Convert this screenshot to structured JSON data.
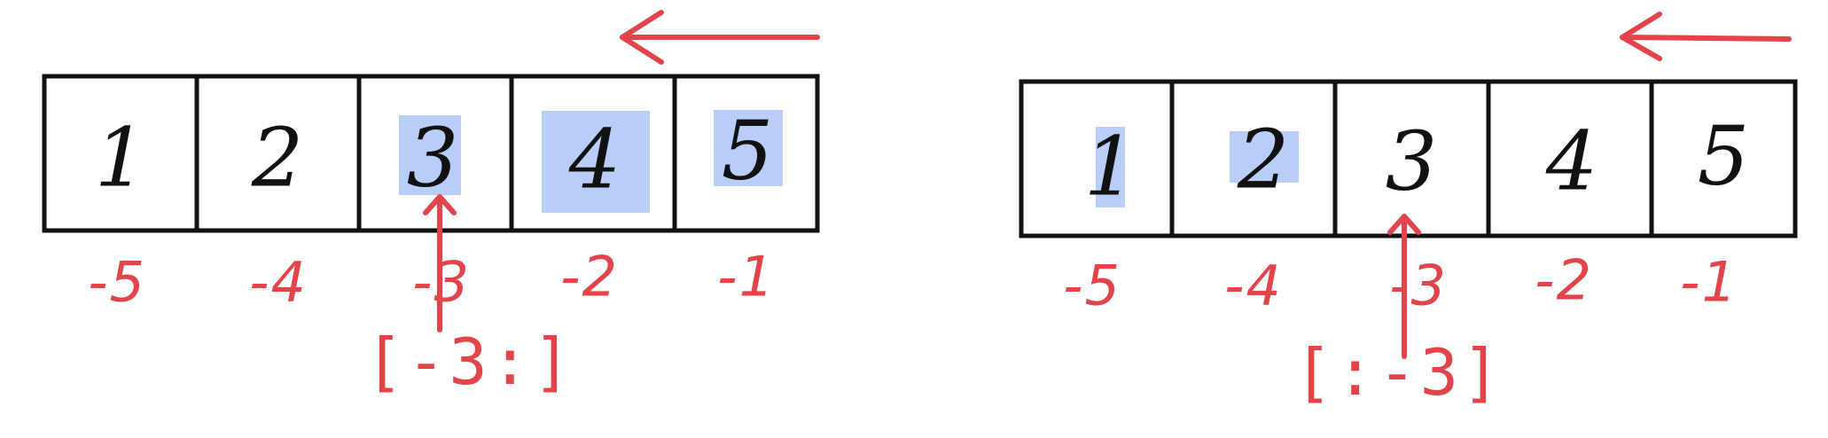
{
  "colors": {
    "ink": "#111111",
    "annotation": "#e2444a",
    "highlight": "#b8cdf7"
  },
  "panels": [
    {
      "id": "left",
      "values": [
        "1",
        "2",
        "3",
        "4",
        "5"
      ],
      "neg_indices": [
        "-5",
        "-4",
        "-3",
        "-2",
        "-1"
      ],
      "highlighted": [
        false,
        false,
        true,
        true,
        true
      ],
      "slice_label": "[-3:]",
      "pointer_cell": 2,
      "direction_arrow": "leftward"
    },
    {
      "id": "right",
      "values": [
        "1",
        "2",
        "3",
        "4",
        "5"
      ],
      "neg_indices": [
        "-5",
        "-4",
        "-3",
        "-2",
        "-1"
      ],
      "highlighted": [
        true,
        true,
        false,
        false,
        false
      ],
      "slice_label": "[:-3]",
      "pointer_cell": 2,
      "direction_arrow": "leftward"
    }
  ]
}
